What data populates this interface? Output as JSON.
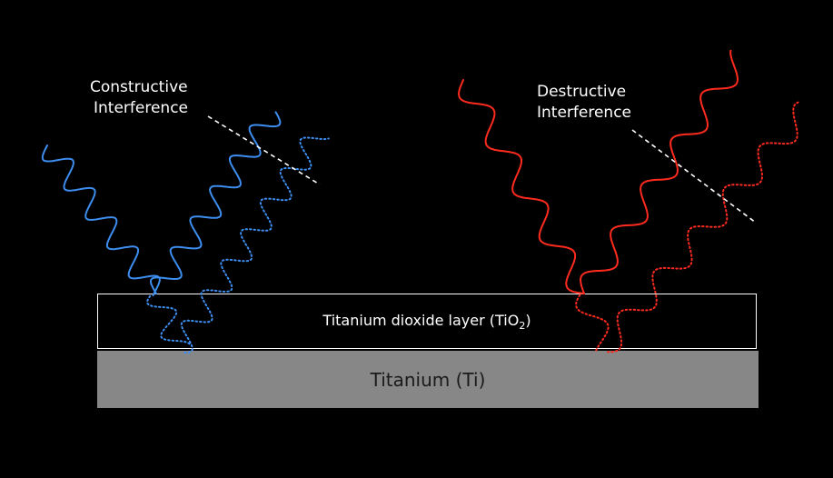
{
  "labels": {
    "constructive_line1": "Constructive",
    "constructive_line2": "Interference",
    "destructive_line1": "Destructive",
    "destructive_line2": "Interference",
    "tio2_prefix": "Titanium dioxide layer (TiO",
    "tio2_subscript": "2",
    "tio2_suffix": ")",
    "ti_layer": "Titanium (Ti)"
  },
  "colors": {
    "background": "#000000",
    "constructive_wave": "#3d8ef0",
    "destructive_wave": "#ff2b1f",
    "interference_line": "#ffffff",
    "titanium_layer": "#878787"
  }
}
